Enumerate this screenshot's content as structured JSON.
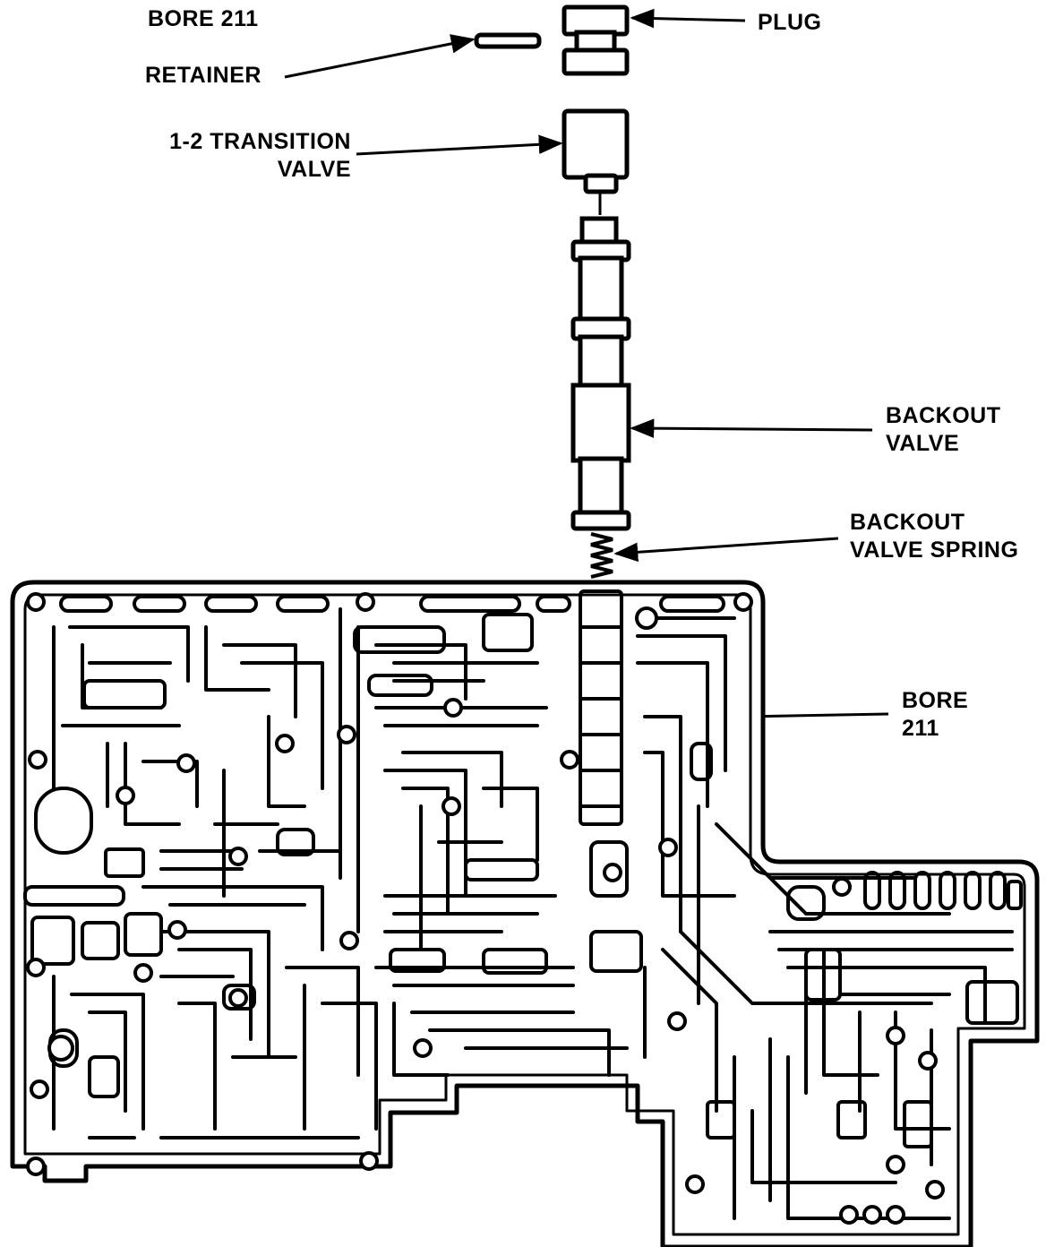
{
  "labels": {
    "bore_211_top": "BORE 211",
    "retainer": "RETAINER",
    "plug": "PLUG",
    "transition_valve_line1": "1-2 TRANSITION",
    "transition_valve_line2": "VALVE",
    "backout_valve_line1": "BACKOUT",
    "backout_valve_line2": "VALVE",
    "backout_spring_line1": "BACKOUT",
    "backout_spring_line2": "VALVE SPRING",
    "bore_211_side_line1": "BORE",
    "bore_211_side_line2": "211"
  },
  "colors": {
    "ink": "#000000",
    "paper": "#ffffff"
  }
}
